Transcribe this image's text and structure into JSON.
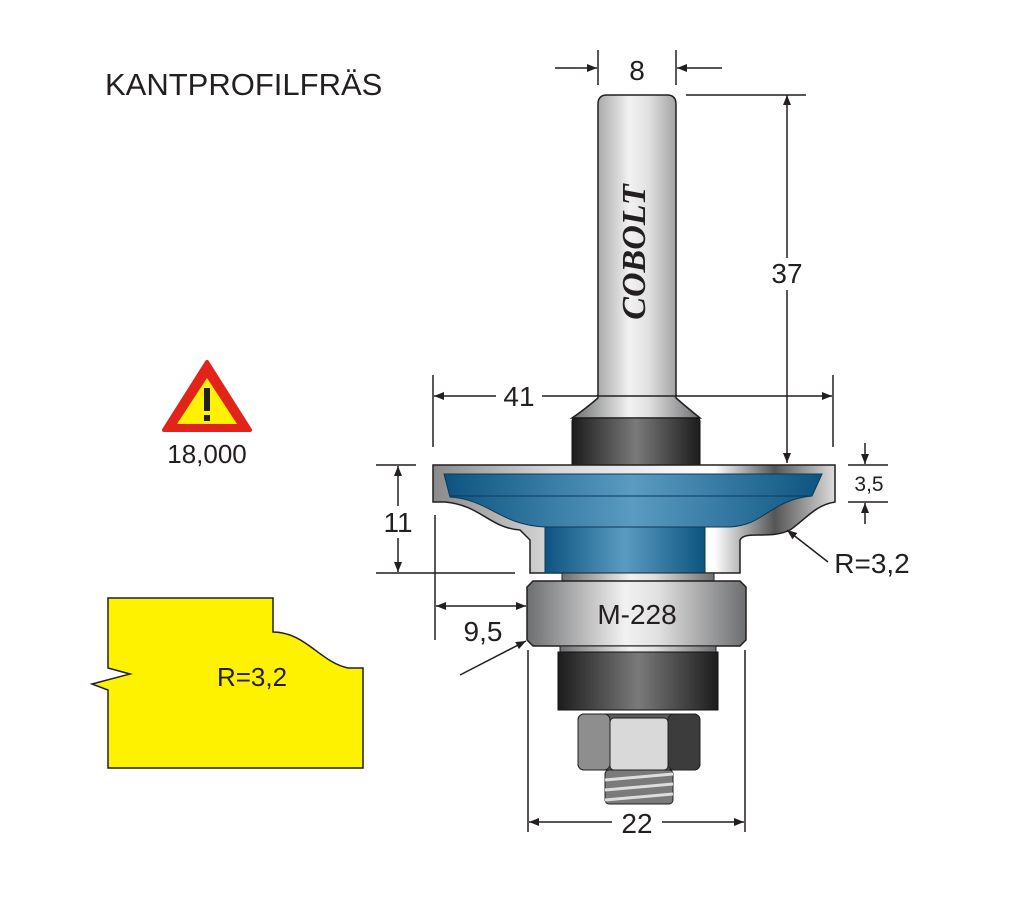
{
  "title": "KANTPROFILFRÄS",
  "brand": "COBOLT",
  "bearing_label": "M-228",
  "warning": {
    "icon": "warning-triangle-icon",
    "rpm": "18,000"
  },
  "dimensions": {
    "shank_diameter": "8",
    "shank_length": "37",
    "cutter_diameter": "41",
    "cut_height": "11",
    "step_height": "3,5",
    "radius": "R=3,2",
    "cut_depth": "9,5",
    "bearing_diameter": "22"
  },
  "profile": {
    "label": "R=3,2"
  },
  "colors": {
    "blue": "#1e6a98",
    "yellow": "#fff200",
    "warning_red": "#e32219"
  }
}
